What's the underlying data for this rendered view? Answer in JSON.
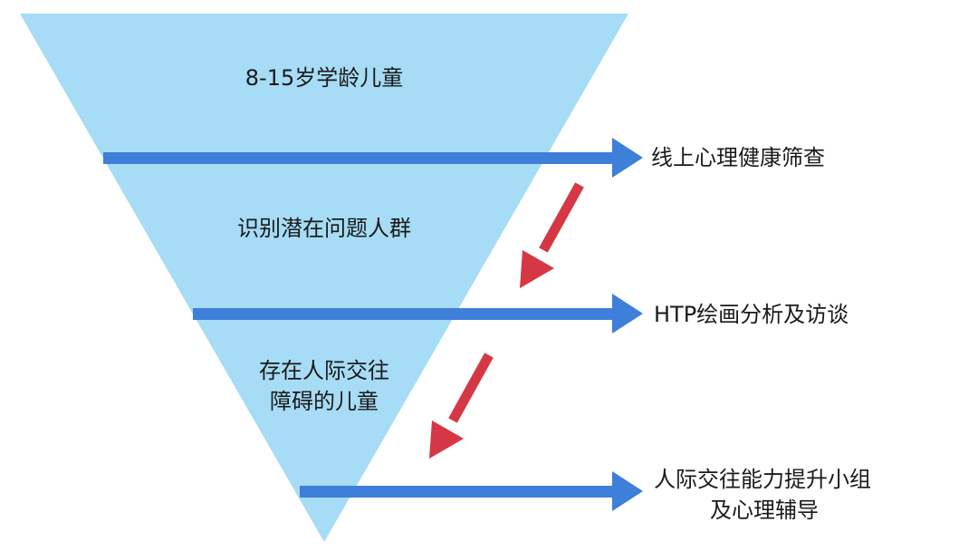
{
  "funnel": {
    "stages": [
      {
        "text": "8-15岁学龄儿童"
      },
      {
        "text": "识别潜在问题人群"
      },
      {
        "lines": [
          "存在人际交往",
          "障碍的儿童"
        ]
      }
    ]
  },
  "steps": [
    {
      "lines": [
        "线上心理健康筛查"
      ]
    },
    {
      "lines": [
        "HTP绘画分析及访谈"
      ]
    },
    {
      "lines": [
        "人际交往能力提升小组",
        "及心理辅导"
      ]
    }
  ],
  "colors": {
    "funnel_fill": "#a6dcf5",
    "step_arrow": "#3d7fd9",
    "transition_arrow": "#d63744",
    "text": "#1a1a1a"
  }
}
